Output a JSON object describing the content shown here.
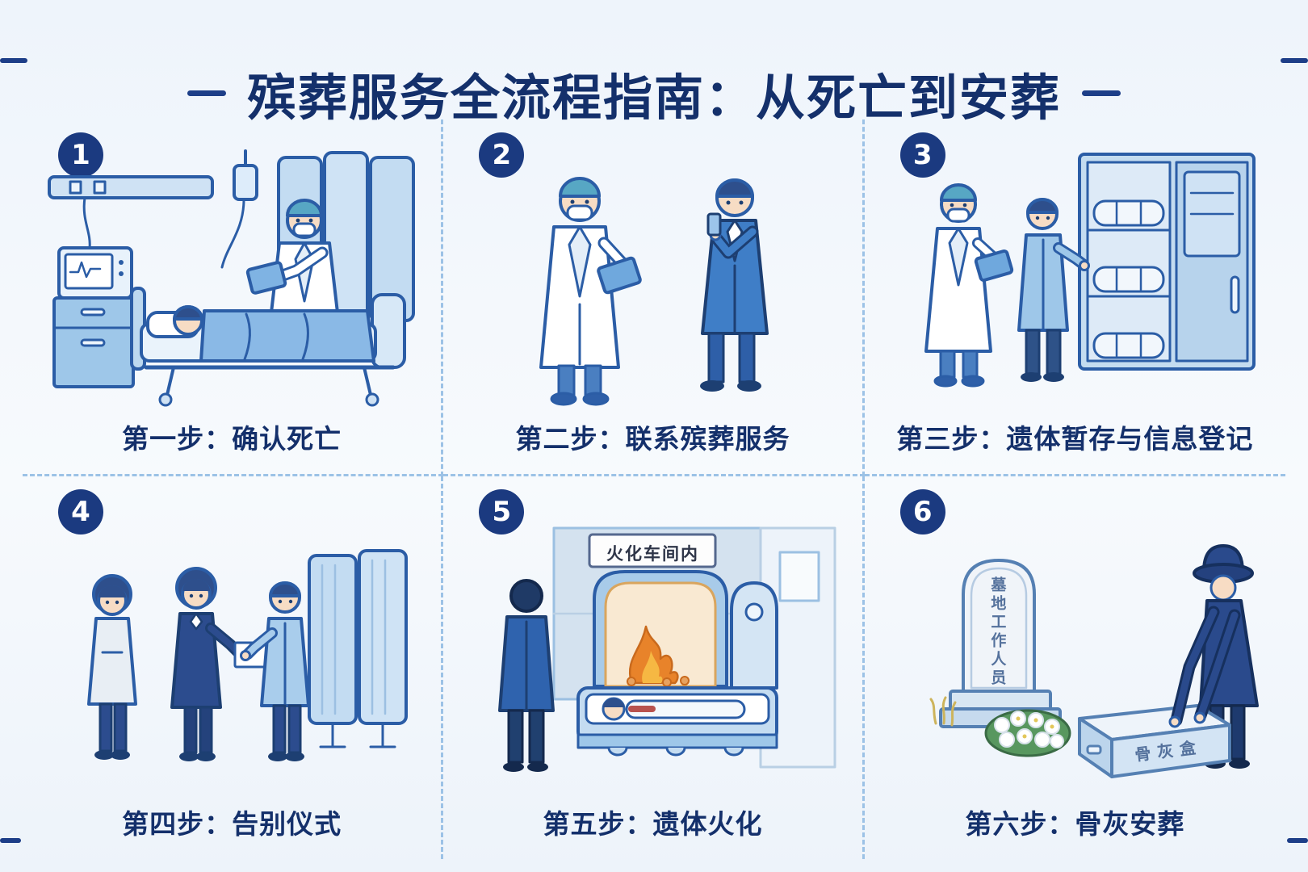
{
  "title": "殡葬服务全流程指南：从死亡到安葬",
  "steps": [
    {
      "number": "1",
      "caption": "第一步：确认死亡",
      "scene": "hospital-bed-death-confirmation"
    },
    {
      "number": "2",
      "caption": "第二步：联系殡葬服务",
      "scene": "doctor-and-family-phone-contact"
    },
    {
      "number": "3",
      "caption": "第三步：遗体暂存与信息登记",
      "scene": "mortuary-storage-and-registration"
    },
    {
      "number": "4",
      "caption": "第四步：告别仪式",
      "scene": "farewell-ceremony"
    },
    {
      "number": "5",
      "caption": "第五步：遗体火化",
      "scene": "cremation-chamber",
      "labels": {
        "sign": "火化车间内"
      }
    },
    {
      "number": "6",
      "caption": "第六步：骨灰安葬",
      "scene": "ash-burial-at-cemetery",
      "labels": {
        "tombstone": "墓地工作人员",
        "urn": "骨灰盒"
      }
    }
  ],
  "colors": {
    "accent_navy": "#14306b",
    "badge_navy": "#1b3a80",
    "outline_blue": "#2b5da6",
    "light_blue": "#c4dcf0",
    "dash_blue": "#9cc2e6",
    "fire_orange": "#e8832a",
    "wreath_green": "#58975f"
  }
}
